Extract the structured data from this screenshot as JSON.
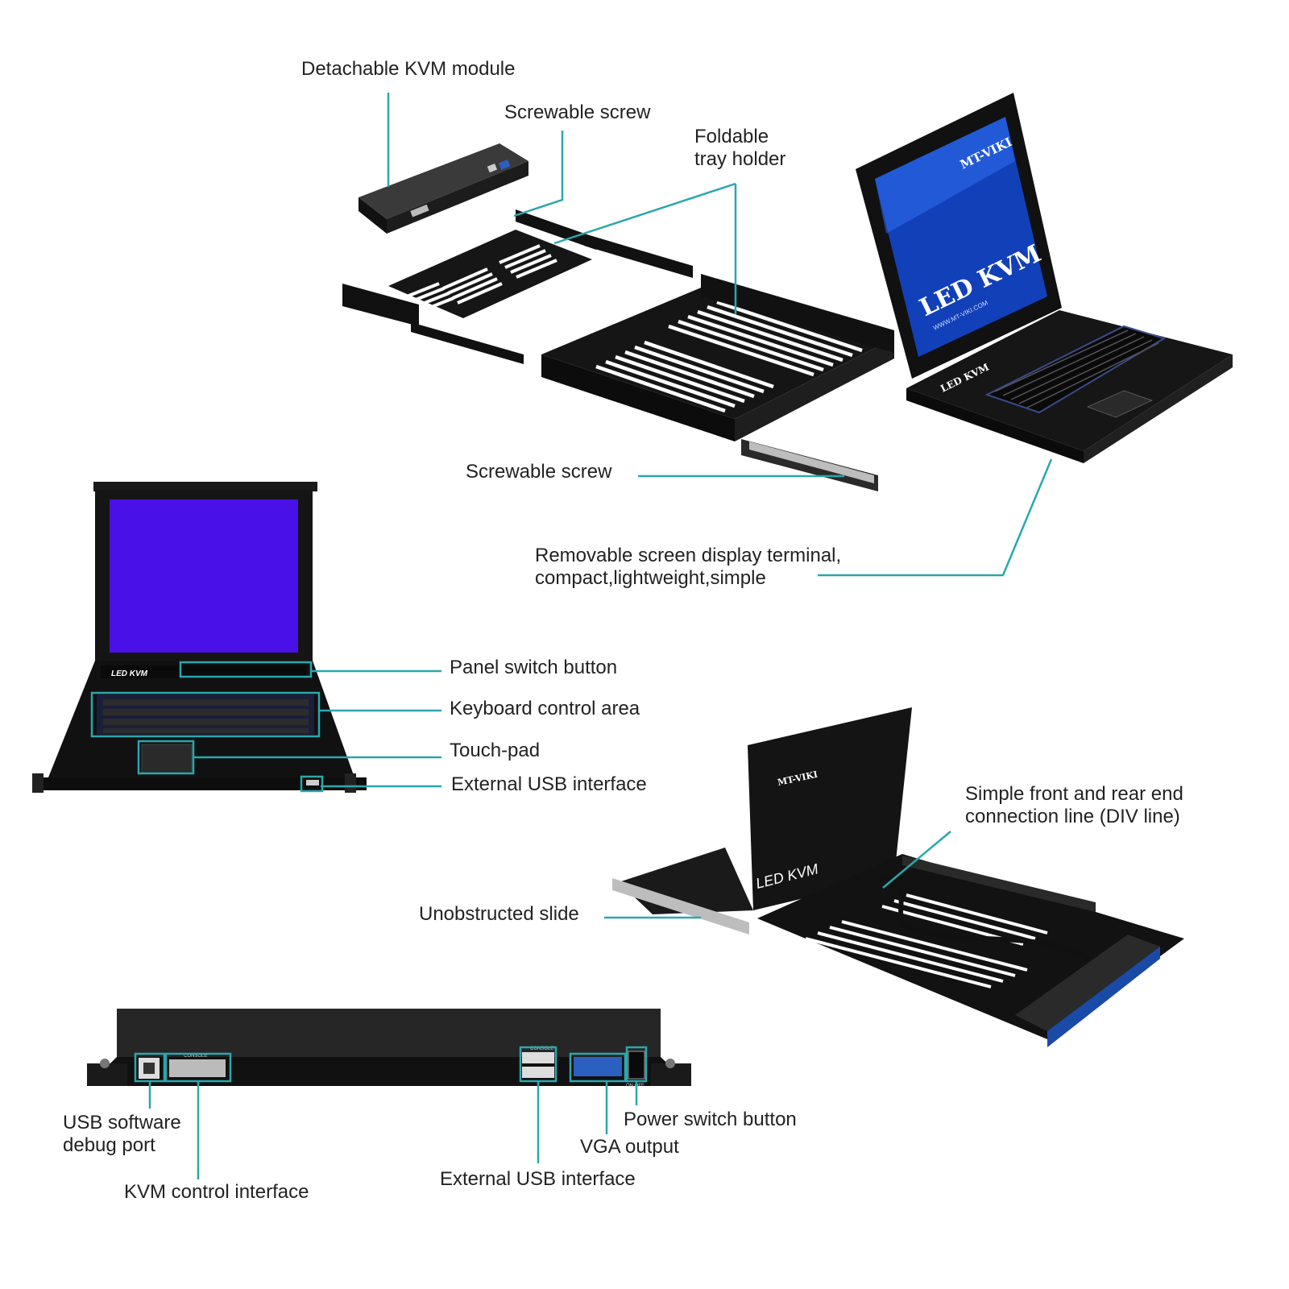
{
  "colors": {
    "callout": "#2aa7ae",
    "metal": "#1c1c1c",
    "screen_blue": "#1240b8",
    "screen_violet": "#4a10e8"
  },
  "device": {
    "brand": "MT-VIKI",
    "model_label": "LED KVM",
    "website": "WWW.MT-VIKI.COM",
    "console_label": "CONSOLE",
    "power_label": "ON OFF"
  },
  "callouts": {
    "detachable_module": "Detachable KVM module",
    "screwable_screw_top": "Screwable screw",
    "foldable_tray": [
      "Foldable",
      "tray holder"
    ],
    "screwable_screw_mid": "Screwable screw",
    "removable_screen": [
      "Removable screen display terminal,",
      "compact,lightweight,simple"
    ],
    "panel_switch": "Panel switch button",
    "keyboard_area": "Keyboard control area",
    "touch_pad": "Touch-pad",
    "external_usb_front": "External USB interface",
    "div_line": [
      "Simple front and rear end",
      "connection line (DIV line)"
    ],
    "unobstructed_slide": "Unobstructed slide",
    "usb_debug": [
      "USB software",
      "debug port"
    ],
    "kvm_control": "KVM control interface",
    "external_usb_rear": "External USB interface",
    "vga_output": "VGA output",
    "power_switch": "Power switch button"
  }
}
